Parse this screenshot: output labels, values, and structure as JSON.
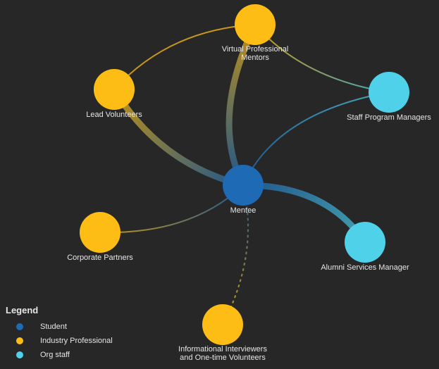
{
  "colors": {
    "background": "#272727",
    "student": "#1e6ab4",
    "industry": "#fdbd14",
    "org": "#4fd1ea",
    "text": "#e6e6e6"
  },
  "legend": {
    "title": "Legend",
    "items": [
      {
        "label": "Student",
        "group": "student"
      },
      {
        "label": "Industry Professional",
        "group": "industry"
      },
      {
        "label": "Org staff",
        "group": "org"
      }
    ]
  },
  "nodes": [
    {
      "id": "mentee",
      "label": [
        "Mentee"
      ],
      "group": "student"
    },
    {
      "id": "virtual",
      "label": [
        "Virtual Professional",
        "Mentors"
      ],
      "group": "industry"
    },
    {
      "id": "lead",
      "label": [
        "Lead Volunteers"
      ],
      "group": "industry"
    },
    {
      "id": "staff",
      "label": [
        "Staff Program Managers"
      ],
      "group": "org"
    },
    {
      "id": "corporate",
      "label": [
        "Corporate Partners"
      ],
      "group": "industry"
    },
    {
      "id": "alumni",
      "label": [
        "Alumni Services Manager"
      ],
      "group": "org"
    },
    {
      "id": "info",
      "label": [
        "Informational Interviewers",
        "and One-time Volunteers"
      ],
      "group": "industry"
    }
  ],
  "links": [
    {
      "source": "virtual",
      "target": "lead",
      "strength": "thin",
      "style": "solid"
    },
    {
      "source": "virtual",
      "target": "staff",
      "strength": "thin",
      "style": "solid"
    },
    {
      "source": "mentee",
      "target": "staff",
      "strength": "thin",
      "style": "solid"
    },
    {
      "source": "mentee",
      "target": "virtual",
      "strength": "thick",
      "style": "solid"
    },
    {
      "source": "mentee",
      "target": "lead",
      "strength": "thick",
      "style": "solid"
    },
    {
      "source": "mentee",
      "target": "alumni",
      "strength": "thick",
      "style": "solid"
    },
    {
      "source": "mentee",
      "target": "corporate",
      "strength": "thin",
      "style": "solid"
    },
    {
      "source": "mentee",
      "target": "info",
      "strength": "thin",
      "style": "dotted"
    }
  ]
}
